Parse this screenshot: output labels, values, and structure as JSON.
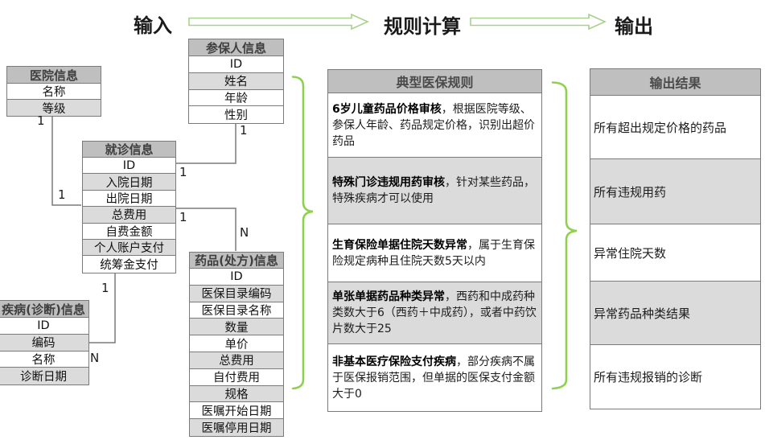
{
  "header": {
    "input": "输入",
    "rules": "规则计算",
    "output": "输出"
  },
  "colors": {
    "border": "#7a7a7a",
    "table_header_bg": "#bfbfbf",
    "row_alt_bg": "#dbdbdb",
    "arrow_green": "#a9d18e",
    "brace_green": "#8fd14f"
  },
  "entities": {
    "hospital": {
      "title": "医院信息",
      "fields": [
        "名称",
        "等级"
      ],
      "shaded": [
        1
      ]
    },
    "person": {
      "title": "参保人信息",
      "fields": [
        "ID",
        "姓名",
        "年龄",
        "性别"
      ],
      "shaded": [
        1
      ]
    },
    "visit": {
      "title": "就诊信息",
      "fields": [
        "ID",
        "入院日期",
        "出院日期",
        "总费用",
        "自费金额",
        "个人账户支付",
        "统筹金支付"
      ],
      "shaded": [
        1,
        3,
        5
      ]
    },
    "disease": {
      "title": "疾病(诊断)信息",
      "fields": [
        "ID",
        "编码",
        "名称",
        "诊断日期"
      ],
      "shaded": [
        1,
        3
      ]
    },
    "drug": {
      "title": "药品(处方)信息",
      "fields": [
        "ID",
        "医保目录编码",
        "医保目录名称",
        "数量",
        "单价",
        "总费用",
        "自付费用",
        "规格",
        "医嘱开始日期",
        "医嘱停用日期"
      ],
      "shaded": [
        1,
        3,
        5,
        7,
        9
      ]
    }
  },
  "relations": {
    "cardinalities": [
      "1",
      "1",
      "1",
      "1",
      "1",
      "N",
      "1",
      "N"
    ]
  },
  "rules_panel": {
    "title": "典型医保规则",
    "shaded": [
      1,
      3
    ],
    "items": [
      {
        "lead": "6岁儿童药品价格审核",
        "rest": "，根据医院等级、参保人年龄、药品规定价格，识别出超价药品"
      },
      {
        "lead": "特殊门诊违规用药审核",
        "rest": "，针对某些药品，特殊疾病才可以使用"
      },
      {
        "lead": "生育保险单据住院天数异常",
        "rest": "，属于生育保险规定病种且住院天数5天以内"
      },
      {
        "lead": "单张单据药品种类异常",
        "rest": "，西药和中成药种类数大于6（西药＋中成药），或者中药饮片数大于25"
      },
      {
        "lead": "非基本医疗保险支付疾病",
        "rest": "，部分疾病不属于医保报销范围，但单据的医保支付金额大于0"
      }
    ]
  },
  "output_panel": {
    "title": "输出结果",
    "shaded": [
      1,
      3
    ],
    "items": [
      "所有超出规定价格的药品",
      "所有违规用药",
      "异常住院天数",
      "异常药品种类结果",
      "所有违规报销的诊断"
    ]
  }
}
